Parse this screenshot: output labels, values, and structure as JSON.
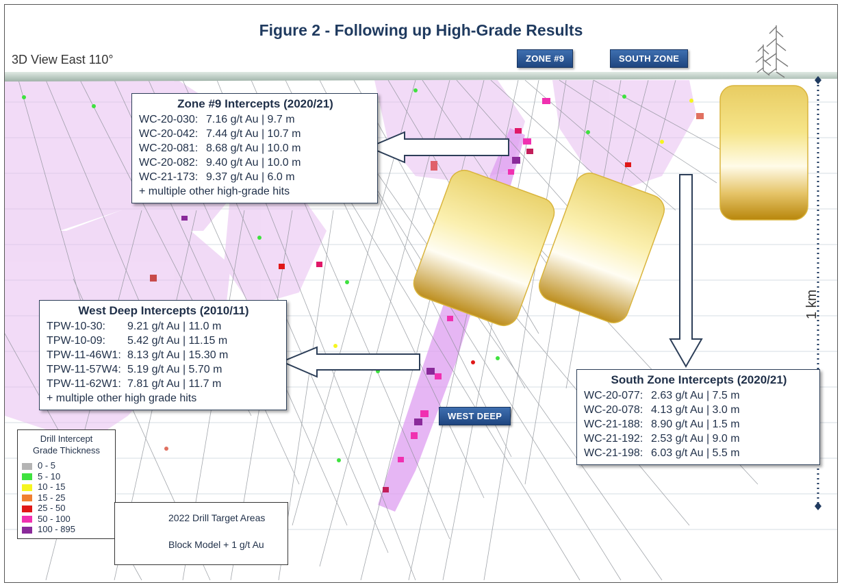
{
  "figure": {
    "title": "Figure 2 - Following up High-Grade Results",
    "view_label": "3D View East 110°"
  },
  "zone_labels": {
    "zone9": "ZONE #9",
    "south_zone": "SOUTH ZONE",
    "west_deep": "WEST DEEP"
  },
  "scale_bar": {
    "label": "1 km"
  },
  "zone9_box": {
    "header": "Zone #9 Intercepts (2020/21)",
    "rows": [
      {
        "id": "WC-20-030:",
        "value": "7.16 g/t Au | 9.7 m"
      },
      {
        "id": "WC-20-042:",
        "value": "7.44 g/t Au | 10.7 m"
      },
      {
        "id": "WC-20-081:",
        "value": "8.68 g/t Au | 10.0 m"
      },
      {
        "id": "WC-20-082:",
        "value": "9.40 g/t Au | 10.0 m"
      },
      {
        "id": "WC-21-173:",
        "value": "9.37 g/t Au | 6.0 m"
      }
    ],
    "note": "+ multiple other high-grade hits"
  },
  "west_box": {
    "header": "West Deep Intercepts (2010/11)",
    "rows": [
      {
        "id": "TPW-10-30:",
        "value": "9.21 g/t Au | 11.0 m"
      },
      {
        "id": "TPW-10-09:",
        "value": "5.42 g/t Au | 11.15 m"
      },
      {
        "id": "TPW-11-46W1:",
        "value": "8.13 g/t Au | 15.30 m"
      },
      {
        "id": "TPW-11-57W4:",
        "value": "5.19 g/t Au | 5.70 m"
      },
      {
        "id": "TPW-11-62W1:",
        "value": "7.81 g/t Au | 11.7 m"
      }
    ],
    "note": "+ multiple other high grade hits"
  },
  "south_box": {
    "header": "South Zone  Intercepts (2020/21)",
    "rows": [
      {
        "id": "WC-20-077:",
        "value": "2.63 g/t Au | 7.5 m"
      },
      {
        "id": "WC-20-078:",
        "value": "4.13 g/t Au | 3.0 m"
      },
      {
        "id": "WC-21-188:",
        "value": "8.90 g/t Au | 1.5 m"
      },
      {
        "id": "WC-21-192:",
        "value": "2.53 g/t Au | 9.0 m"
      },
      {
        "id": "WC-21-198:",
        "value": "6.03 g/t Au | 5.5 m"
      }
    ]
  },
  "grade_legend": {
    "header_line1": "Drill Intercept",
    "header_line2": "Grade Thickness",
    "items": [
      {
        "range": "0   -  5",
        "color": "#b4b4b4"
      },
      {
        "range": "5   -  10",
        "color": "#3fe23f"
      },
      {
        "range": "10  -  15",
        "color": "#f5f520"
      },
      {
        "range": "15  -  25",
        "color": "#f07f30"
      },
      {
        "range": "25  -  50",
        "color": "#e01818"
      },
      {
        "range": "50  -  100",
        "color": "#f030b0"
      },
      {
        "range": "100  -  895",
        "color": "#8a2a9a"
      }
    ]
  },
  "target_legend": {
    "drill_targets": "2022 Drill Target Areas",
    "block_model": "Block Model + 1 g/t Au"
  },
  "colors": {
    "title": "#1f3a5f",
    "box_border": "#2c3e58",
    "block_model": "#e3b8ee",
    "target_gold": "#d8b23a",
    "grid_line": "#cfd6de",
    "scale_bar": "#1f3a5f"
  }
}
